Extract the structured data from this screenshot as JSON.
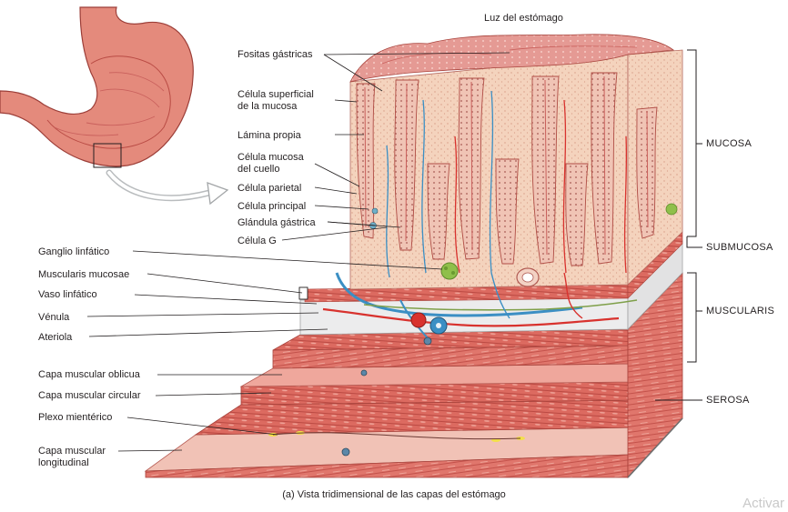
{
  "top_label": "Luz del estómago",
  "left_labels": [
    {
      "id": "fositas-gastricas",
      "text": "Fositas gástricas"
    },
    {
      "id": "celula-superficial",
      "text": "Célula superficial\nde la mucosa"
    },
    {
      "id": "lamina-propia",
      "text": "Lámina propia"
    },
    {
      "id": "celula-mucosa-cuello",
      "text": "Célula mucosa\ndel cuello"
    },
    {
      "id": "celula-parietal",
      "text": "Célula parietal"
    },
    {
      "id": "celula-principal",
      "text": "Célula principal"
    },
    {
      "id": "glandula-gastrica",
      "text": "Glándula gástrica"
    },
    {
      "id": "celula-g",
      "text": "Célula G"
    },
    {
      "id": "ganglio-linfatico",
      "text": "Ganglio linfático"
    },
    {
      "id": "muscularis-mucosae",
      "text": "Muscularis mucosae"
    },
    {
      "id": "vaso-linfatico",
      "text": "Vaso linfático"
    },
    {
      "id": "venula",
      "text": "Vénula"
    },
    {
      "id": "ateriola",
      "text": "Ateriola"
    },
    {
      "id": "capa-oblicua",
      "text": "Capa muscular oblicua"
    },
    {
      "id": "capa-circular",
      "text": "Capa muscular circular"
    },
    {
      "id": "plexo-mienterico",
      "text": "Plexo mientérico"
    },
    {
      "id": "capa-longitudinal",
      "text": "Capa muscular\nlongitudinal"
    }
  ],
  "right_labels": [
    {
      "id": "mucosa",
      "text": "MUCOSA"
    },
    {
      "id": "submucosa",
      "text": "SUBMUCOSA"
    },
    {
      "id": "muscularis",
      "text": "MUSCULARIS"
    },
    {
      "id": "serosa",
      "text": "SEROSA"
    }
  ],
  "caption": "(a) Vista tridimensional de las capas del estómago",
  "watermark": "Activar",
  "colors": {
    "mucosa_pink": "#e7a19b",
    "mucosa_dark": "#c9605c",
    "lamina_tan": "#f6d6bf",
    "muscle_red": "#d9635a",
    "muscle_light": "#efb2a6",
    "submucosa_grey": "#e9e9ea",
    "vein_blue": "#3b8fc4",
    "artery_red": "#d8322e",
    "lymph_green": "#8fbf4a",
    "leader": "#231f20"
  }
}
